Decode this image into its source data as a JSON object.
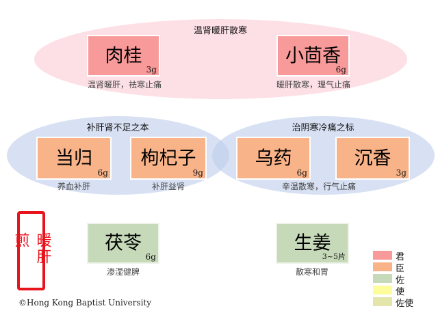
{
  "groups": {
    "top": "温肾暖肝散寒",
    "left": "补肝肾不足之本",
    "right": "治阴寒冷痛之标"
  },
  "herbs": [
    {
      "name": "肉桂",
      "dose": "3g",
      "effect": "温肾暖肝，祛寒止痛"
    },
    {
      "name": "小茴香",
      "dose": "6g",
      "effect": "暖肝散寒，理气止痛"
    },
    {
      "name": "当归",
      "dose": "6g",
      "effect": "养血补肝"
    },
    {
      "name": "枸杞子",
      "dose": "9g",
      "effect": "补肝益肾"
    },
    {
      "name": "乌药",
      "dose": "6g"
    },
    {
      "name": "沉香",
      "dose": "3g"
    },
    {
      "name": "茯苓",
      "dose": "6g",
      "effect": "渗湿健脾"
    },
    {
      "name": "生姜",
      "dose": "3~5片",
      "effect": "散寒和胃"
    }
  ],
  "shared_effect": "辛温散寒，行气止痛",
  "seal": "暖肝煎",
  "copyright": "©Hong Kong Baptist University",
  "legend": [
    {
      "label": "君",
      "color": "#f99a9a"
    },
    {
      "label": "臣",
      "color": "#f9b389"
    },
    {
      "label": "佐",
      "color": "#c6d9b9"
    },
    {
      "label": "使",
      "color": "#fdfd9c"
    },
    {
      "label": "佐使",
      "color": "#e3e5aa"
    }
  ]
}
